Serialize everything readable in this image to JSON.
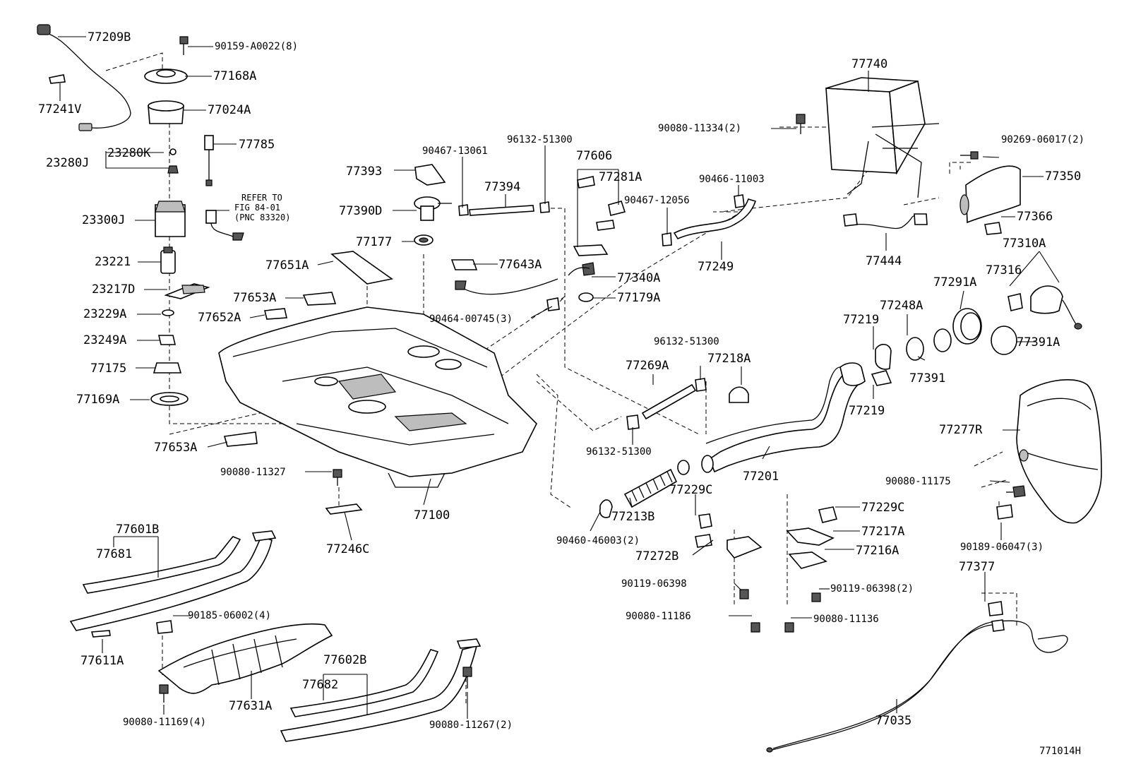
{
  "labels": {
    "l77209B": "77209B",
    "l90159": "90159-A0022(8)",
    "l77168A": "77168A",
    "l77241V": "77241V",
    "l77024A": "77024A",
    "l77785": "77785",
    "l23280K": "23280K",
    "l23280J": "23280J",
    "refer1": "REFER TO",
    "refer2": "FIG 84-01",
    "refer3": "(PNC 83320)",
    "l23300J": "23300J",
    "l23221": "23221",
    "l23217D": "23217D",
    "l23229A": "23229A",
    "l23249A": "23249A",
    "l77175": "77175",
    "l77169A": "77169A",
    "l77653A_bottom": "77653A",
    "l77393": "77393",
    "l90467_13061": "90467-13061",
    "l96132_top": "96132-51300",
    "l77394": "77394",
    "l77390D": "77390D",
    "l77177": "77177",
    "l77651A": "77651A",
    "l77653A_top": "77653A",
    "l77652A": "77652A",
    "l77643A": "77643A",
    "l90464": "90464-00745(3)",
    "l77606": "77606",
    "l77281A": "77281A",
    "l90467_12056": "90467-12056",
    "l77340A": "77340A",
    "l77179A": "77179A",
    "l90466": "90466-11003",
    "l77249": "77249",
    "l77740": "77740",
    "l90080_11334": "90080-11334(2)",
    "l90269": "90269-06017(2)",
    "l77350": "77350",
    "l77366": "77366",
    "l77444": "77444",
    "l77310A": "77310A",
    "l77316": "77316",
    "l77291A": "77291A",
    "l77248A": "77248A",
    "l77219_top": "77219",
    "l77219_bottom": "77219",
    "l77391": "77391",
    "l77391A": "77391A",
    "l96132_mid": "96132-51300",
    "l77269A": "77269A",
    "l77218A": "77218A",
    "l96132_low": "96132-51300",
    "l77201": "77201",
    "l77277R": "77277R",
    "l90080_11327": "90080-11327",
    "l77100": "77100",
    "l77246C": "77246C",
    "l77213B": "77213B",
    "l90460": "90460-46003(2)",
    "l77229C_left": "77229C",
    "l77229C_right": "77229C",
    "l77217A": "77217A",
    "l77216A": "77216A",
    "l77272B": "77272B",
    "l90080_11175": "90080-11175",
    "l90189": "90189-06047(3)",
    "l77601B": "77601B",
    "l77681": "77681",
    "l90119_left": "90119-06398",
    "l90119_right": "90119-06398(2)",
    "l90080_11186": "90080-11186",
    "l90080_11136": "90080-11136",
    "l77377": "77377",
    "l90185": "90185-06002(4)",
    "l77611A": "77611A",
    "l77602B": "77602B",
    "l77682": "77682",
    "l77631A": "77631A",
    "l90080_11169": "90080-11169(4)",
    "l90080_11267": "90080-11267(2)",
    "l77035": "77035",
    "figure_id": "771014H"
  }
}
